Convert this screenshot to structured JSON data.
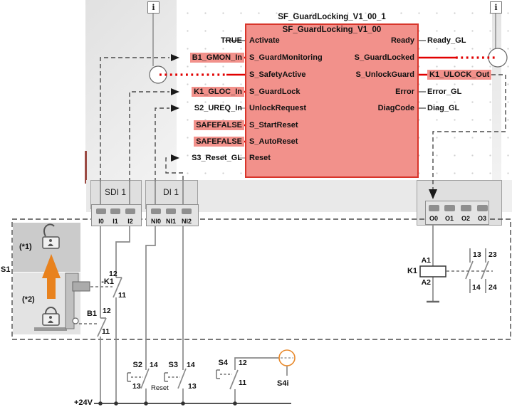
{
  "icons": {
    "info": "i"
  },
  "fb": {
    "instance": "SF_GuardLocking_V1_00_1",
    "type": "SF_GuardLocking_V1_00",
    "in": [
      {
        "pin": "Activate",
        "src": "TRUE"
      },
      {
        "pin": "S_GuardMonitoring",
        "src": "B1_GMON_In"
      },
      {
        "pin": "S_SafetyActive",
        "src": ""
      },
      {
        "pin": "S_GuardLock",
        "src": "K1_GLOC_In"
      },
      {
        "pin": "UnlockRequest",
        "src": "S2_UREQ_In"
      },
      {
        "pin": "S_StartReset",
        "src": "SAFEFALSE"
      },
      {
        "pin": "S_AutoReset",
        "src": "SAFEFALSE"
      },
      {
        "pin": "Reset",
        "src": "S3_Reset_GL"
      }
    ],
    "out": [
      {
        "pin": "Ready",
        "dst": "Ready_GL"
      },
      {
        "pin": "S_GuardLocked",
        "dst": ""
      },
      {
        "pin": "S_UnlockGuard",
        "dst": "K1_ULOCK_Out"
      },
      {
        "pin": "Error",
        "dst": "Error_GL"
      },
      {
        "pin": "DiagCode",
        "dst": "Diag_GL"
      }
    ]
  },
  "io": {
    "sdi_label": "SDI 1",
    "di_label": "DI 1",
    "sdi_terminals": [
      "I0",
      "I1",
      "I2"
    ],
    "di_terminals": [
      "NI0",
      "NI1",
      "NI2"
    ],
    "out_terminals": [
      "O0",
      "O1",
      "O2",
      "O3"
    ]
  },
  "hw": {
    "s1": "S1",
    "note1": "(*1)",
    "note2": "(*2)",
    "k1_contact": {
      "name": "-K1",
      "t": "12",
      "b": "11"
    },
    "b1": {
      "name": "B1",
      "t": "12",
      "b": "11"
    },
    "s2": {
      "name": "S2",
      "t": "14",
      "b": "13"
    },
    "s3": {
      "name": "S3",
      "t": "14",
      "b": "13",
      "sub": "Reset"
    },
    "s4": {
      "name": "S4",
      "t": "12",
      "b": "11"
    },
    "s4i": "S4i",
    "rail": "+24V",
    "k1_coil": {
      "name": "K1",
      "a1": "A1",
      "a2": "A2",
      "c1t": "13",
      "c1b": "14",
      "c2t": "23",
      "c2b": "24"
    }
  },
  "colors": {
    "block_fill": "#f2918b",
    "block_border": "#d8352b",
    "signal_red": "#e10000",
    "wire_gray": "#8a8a8a",
    "arrow_orange": "#e8821e"
  }
}
